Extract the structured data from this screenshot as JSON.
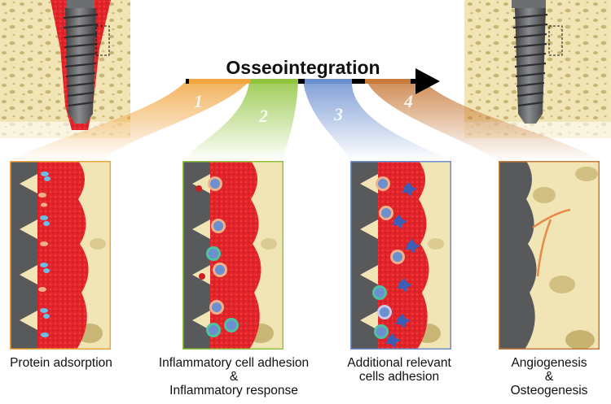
{
  "title": "Osseointegration",
  "stages": [
    {
      "number": "1",
      "caption": "Protein adsorption",
      "color": "#f0a540"
    },
    {
      "number": "2",
      "caption_line1": "Inflammatory cell adhesion",
      "caption_amp": "&",
      "caption_line2": "Inflammatory response",
      "color": "#8fc43c"
    },
    {
      "number": "3",
      "caption_line1": "Additional relevant",
      "caption_line2": "cells adhesion",
      "color": "#6b8fcf"
    },
    {
      "number": "4",
      "caption_line1": "Angiogenesis",
      "caption_amp": "&",
      "caption_line2": "Osteogenesis",
      "color": "#c87a3a"
    }
  ],
  "colors": {
    "bone": "#f2e5b5",
    "blood": "#e2242a",
    "implant": "#58595b",
    "arrow": "#000000"
  }
}
